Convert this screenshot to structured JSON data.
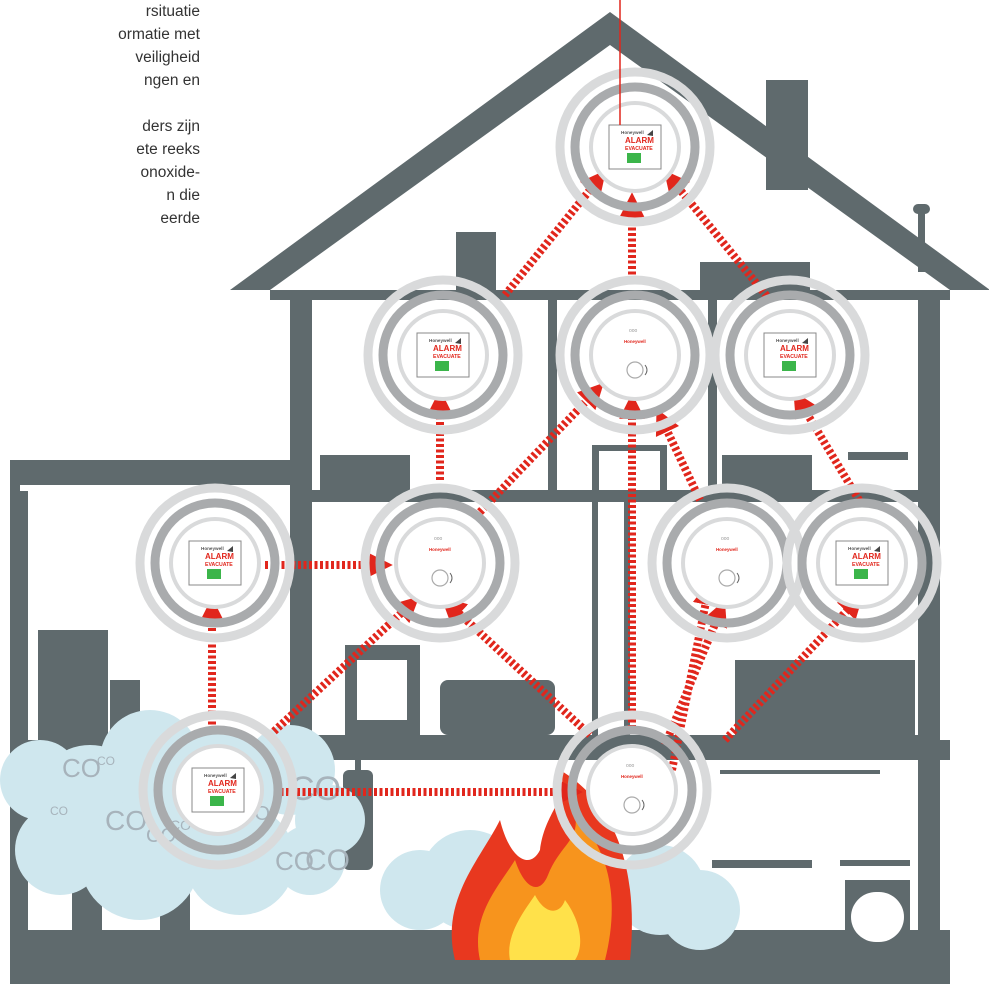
{
  "intro_text": {
    "paragraph_1": "rsituatie\normatie met\nveiligheid\nngen en",
    "paragraph_2": "ders zijn\nete reeks\nonoxide-\nn die\neerde"
  },
  "detector_labels": {
    "brand": "Honeywell",
    "alarm": "ALARM",
    "evacuate": "EVACUATE",
    "indicators": "ooo"
  },
  "co_text": "CO",
  "colors": {
    "house": "#5f6a6d",
    "house_window": "#ffffff",
    "arrow": "#e1261c",
    "ring_outer": "#d9dadb",
    "ring_inner": "#a9abad",
    "smoke_cloud": "#cfe7ee",
    "co_text": "#a7b3bb",
    "flame_outer": "#e8381f",
    "flame_mid": "#f7941d",
    "flame_inner": "#ffe14a",
    "alarm_red": "#e1261c",
    "screen_green": "#3bb54a"
  },
  "icons": [
    "co-alarm-icon",
    "smoke-detector-icon",
    "fire-icon",
    "co-gas-cloud-icon",
    "arrow-icon"
  ]
}
